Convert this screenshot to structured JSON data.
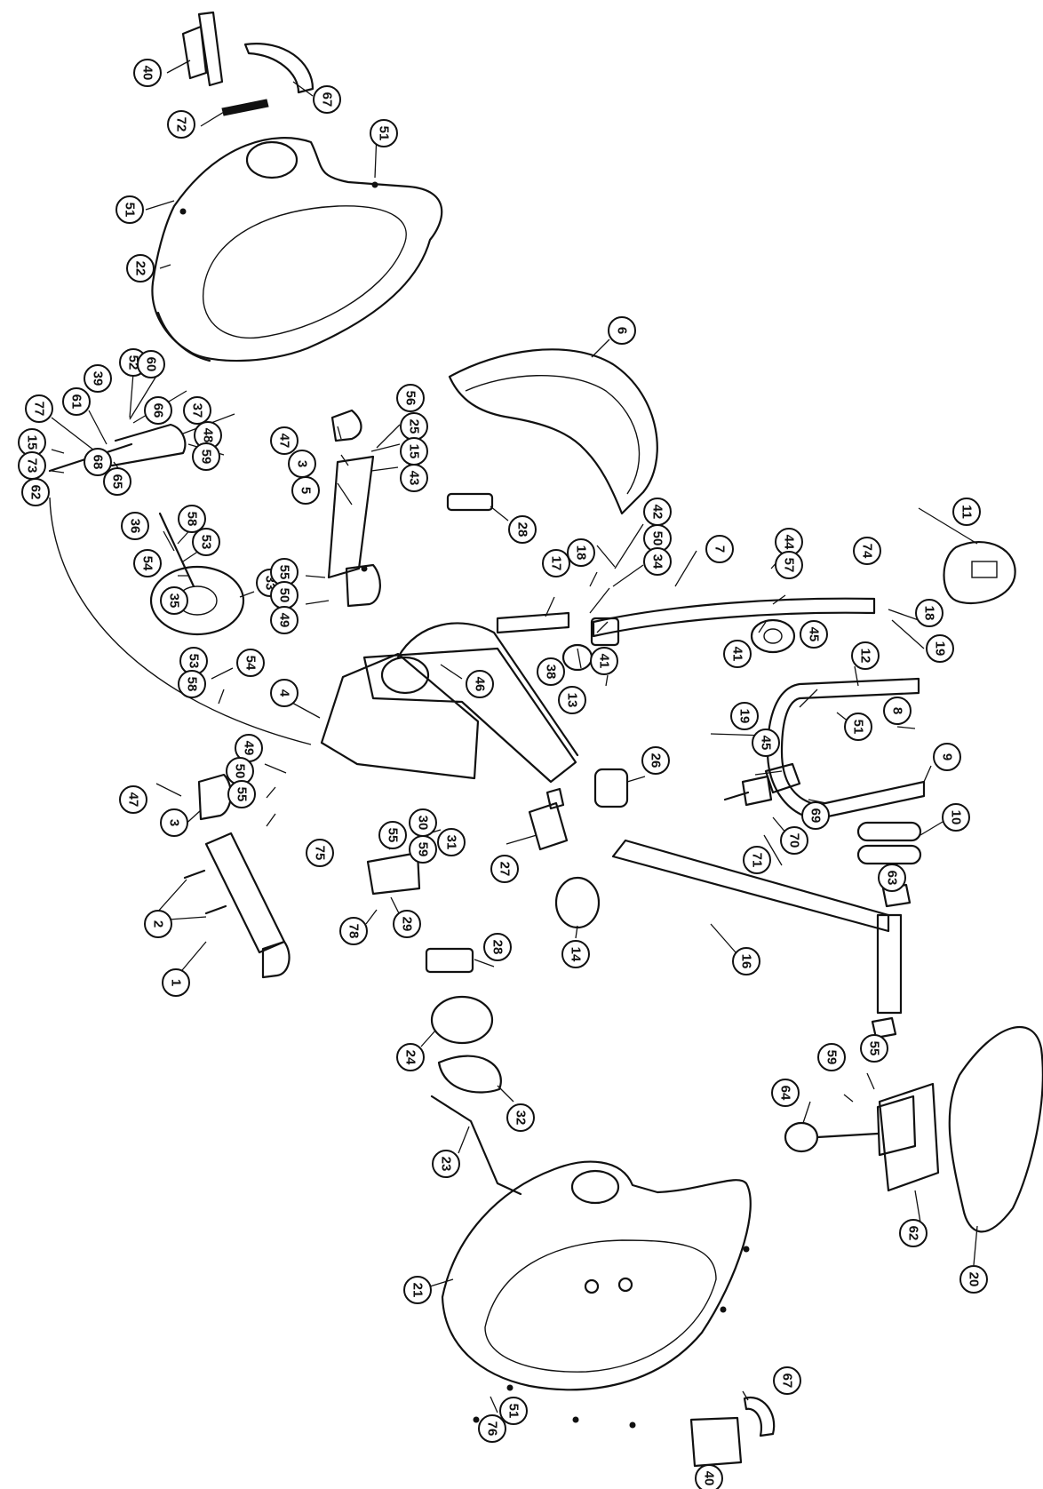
{
  "diagram": {
    "callouts": [
      {
        "n": "40"
      },
      {
        "n": "67"
      },
      {
        "n": "72"
      },
      {
        "n": "51"
      },
      {
        "n": "51"
      },
      {
        "n": "22"
      },
      {
        "n": "6"
      },
      {
        "n": "77"
      },
      {
        "n": "61"
      },
      {
        "n": "39"
      },
      {
        "n": "52"
      },
      {
        "n": "60"
      },
      {
        "n": "66"
      },
      {
        "n": "37"
      },
      {
        "n": "48"
      },
      {
        "n": "59"
      },
      {
        "n": "15"
      },
      {
        "n": "73"
      },
      {
        "n": "62"
      },
      {
        "n": "68"
      },
      {
        "n": "65"
      },
      {
        "n": "47"
      },
      {
        "n": "3"
      },
      {
        "n": "56"
      },
      {
        "n": "25"
      },
      {
        "n": "15"
      },
      {
        "n": "43"
      },
      {
        "n": "5"
      },
      {
        "n": "36"
      },
      {
        "n": "58"
      },
      {
        "n": "53"
      },
      {
        "n": "54"
      },
      {
        "n": "35"
      },
      {
        "n": "33"
      },
      {
        "n": "55"
      },
      {
        "n": "50"
      },
      {
        "n": "49"
      },
      {
        "n": "28"
      },
      {
        "n": "42"
      },
      {
        "n": "50"
      },
      {
        "n": "34"
      },
      {
        "n": "18"
      },
      {
        "n": "17"
      },
      {
        "n": "7"
      },
      {
        "n": "44"
      },
      {
        "n": "57"
      },
      {
        "n": "74"
      },
      {
        "n": "11"
      },
      {
        "n": "18"
      },
      {
        "n": "19"
      },
      {
        "n": "41"
      },
      {
        "n": "45"
      },
      {
        "n": "38"
      },
      {
        "n": "41"
      },
      {
        "n": "53"
      },
      {
        "n": "58"
      },
      {
        "n": "54"
      },
      {
        "n": "4"
      },
      {
        "n": "46"
      },
      {
        "n": "13"
      },
      {
        "n": "12"
      },
      {
        "n": "19"
      },
      {
        "n": "8"
      },
      {
        "n": "51"
      },
      {
        "n": "45"
      },
      {
        "n": "9"
      },
      {
        "n": "49"
      },
      {
        "n": "50"
      },
      {
        "n": "55"
      },
      {
        "n": "47"
      },
      {
        "n": "3"
      },
      {
        "n": "26"
      },
      {
        "n": "55"
      },
      {
        "n": "30"
      },
      {
        "n": "59"
      },
      {
        "n": "31"
      },
      {
        "n": "75"
      },
      {
        "n": "69"
      },
      {
        "n": "70"
      },
      {
        "n": "71"
      },
      {
        "n": "10"
      },
      {
        "n": "2"
      },
      {
        "n": "78"
      },
      {
        "n": "29"
      },
      {
        "n": "27"
      },
      {
        "n": "14"
      },
      {
        "n": "16"
      },
      {
        "n": "63"
      },
      {
        "n": "1"
      },
      {
        "n": "28"
      },
      {
        "n": "24"
      },
      {
        "n": "32"
      },
      {
        "n": "59"
      },
      {
        "n": "55"
      },
      {
        "n": "64"
      },
      {
        "n": "23"
      },
      {
        "n": "62"
      },
      {
        "n": "20"
      },
      {
        "n": "21"
      },
      {
        "n": "76"
      },
      {
        "n": "51"
      },
      {
        "n": "67"
      },
      {
        "n": "40"
      }
    ]
  }
}
